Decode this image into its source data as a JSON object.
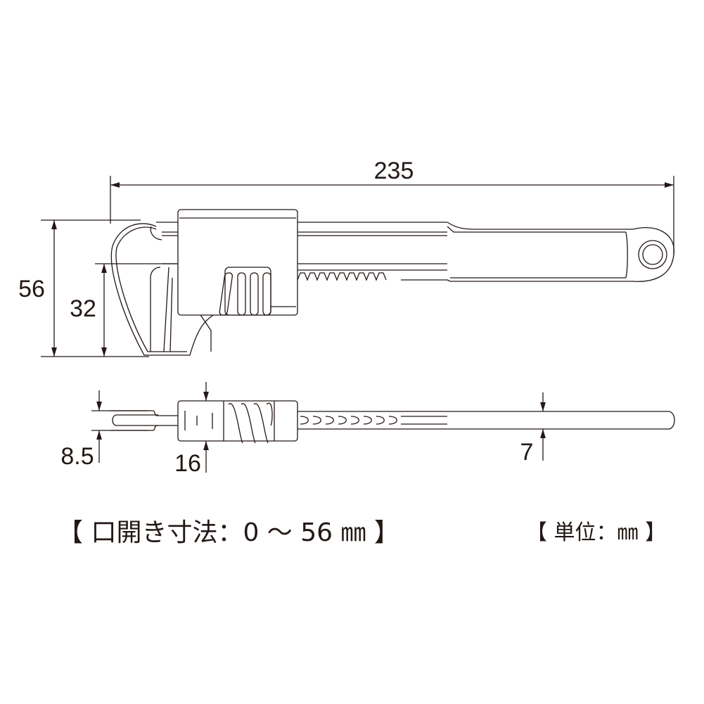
{
  "dimensions": {
    "overall_length": "235",
    "max_height": "56",
    "jaw_height": "32",
    "jaw_thickness": "8.5",
    "block_thickness": "16",
    "handle_thickness": "7"
  },
  "captions": {
    "jaw_opening": "【 口開き寸法：0 ～ 56 ㎜ 】",
    "unit": "【 単位：㎜ 】"
  },
  "colors": {
    "line": "#231815",
    "background": "#ffffff"
  }
}
